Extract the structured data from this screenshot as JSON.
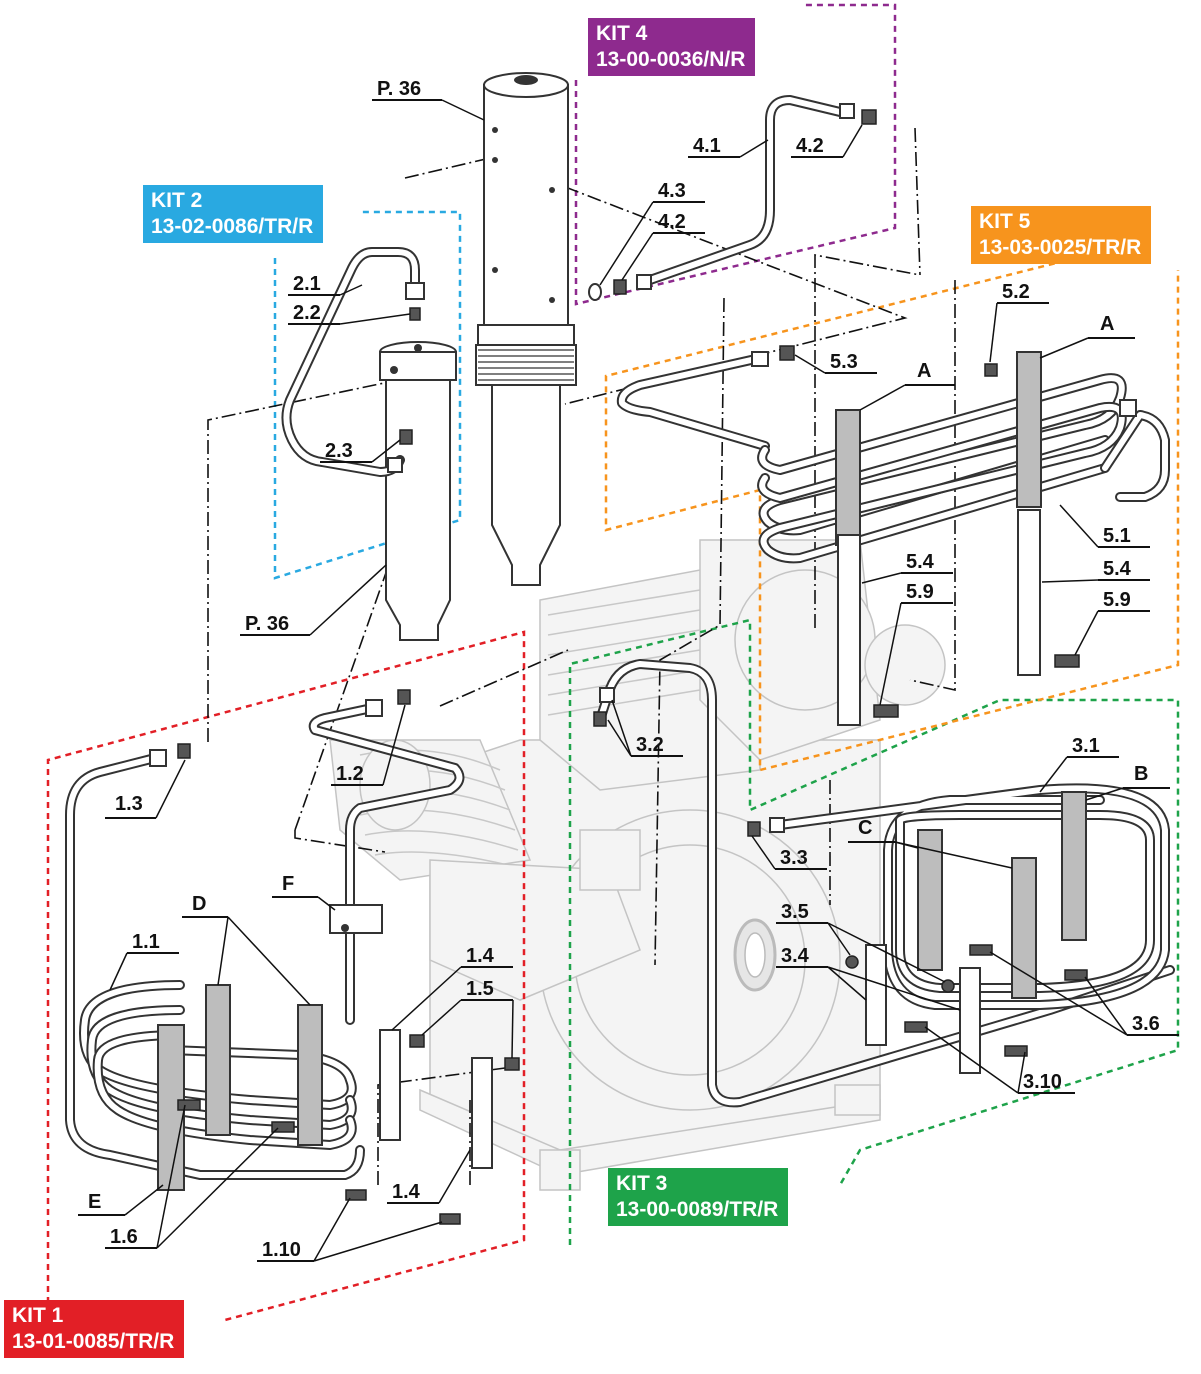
{
  "kits": {
    "kit1": {
      "name": "KIT 1",
      "code": "13-01-0085/TR/R",
      "color": "#e21f26"
    },
    "kit2": {
      "name": "KIT 2",
      "code": "13-02-0086/TR/R",
      "color": "#29a9e1"
    },
    "kit3": {
      "name": "KIT 3",
      "code": "13-00-0089/TR/R",
      "color": "#1ea34a"
    },
    "kit4": {
      "name": "KIT 4",
      "code": "13-00-0036/N/R",
      "color": "#8e2a8e"
    },
    "kit5": {
      "name": "KIT 5",
      "code": "13-03-0025/TR/R",
      "color": "#f7941d"
    }
  },
  "labels": {
    "p36_top": "P. 36",
    "p36_mid": "P. 36",
    "l_4_1": "4.1",
    "l_4_2a": "4.2",
    "l_4_3": "4.3",
    "l_4_2b": "4.2",
    "l_2_1": "2.1",
    "l_2_2": "2.2",
    "l_2_3": "2.3",
    "l_5_2": "5.2",
    "l_A1": "A",
    "l_5_3": "5.3",
    "l_A2": "A",
    "l_5_1": "5.1",
    "l_5_4a": "5.4",
    "l_5_9a": "5.9",
    "l_5_4b": "5.4",
    "l_5_9b": "5.9",
    "l_3_2": "3.2",
    "l_1_2": "1.2",
    "l_3_1": "3.1",
    "l_B": "B",
    "l_C": "C",
    "l_1_3": "1.3",
    "l_3_3": "3.3",
    "l_F": "F",
    "l_3_5": "3.5",
    "l_D": "D",
    "l_1_1": "1.1",
    "l_3_4": "3.4",
    "l_1_4a": "1.4",
    "l_1_5": "1.5",
    "l_3_6": "3.6",
    "l_3_10": "3.10",
    "l_1_4b": "1.4",
    "l_E": "E",
    "l_1_6": "1.6",
    "l_1_10": "1.10"
  }
}
